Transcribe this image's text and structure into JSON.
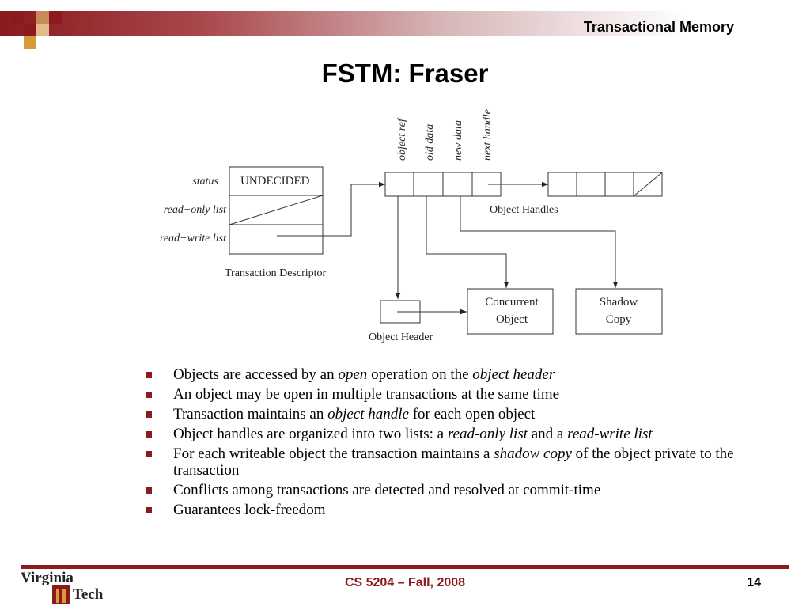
{
  "header": {
    "topic": "Transactional Memory",
    "accent_color": "#8a1a1e"
  },
  "slide": {
    "title": "FSTM: Fraser"
  },
  "diagram": {
    "column_labels": [
      "object ref",
      "old data",
      "new data",
      "next handle"
    ],
    "descriptor_fields": [
      "status",
      "read−only list",
      "read−write list"
    ],
    "status_value": "UNDECIDED",
    "transaction_descriptor": "Transaction Descriptor",
    "object_handles": "Object Handles",
    "object_header": "Object Header",
    "concurrent_object": [
      "Concurrent",
      "Object"
    ],
    "shadow_copy": [
      "Shadow",
      "Copy"
    ]
  },
  "bullets": [
    [
      {
        "t": "Objects are accessed by an "
      },
      {
        "t": "open",
        "i": true
      },
      {
        "t": " operation on the "
      },
      {
        "t": "object header",
        "i": true
      }
    ],
    [
      {
        "t": "An object may be open in multiple transactions at the same time"
      }
    ],
    [
      {
        "t": "Transaction maintains an "
      },
      {
        "t": "object handle",
        "i": true
      },
      {
        "t": " for each open object"
      }
    ],
    [
      {
        "t": "Object handles are organized into two lists: a "
      },
      {
        "t": "read-only list",
        "i": true
      },
      {
        "t": " and a "
      },
      {
        "t": "read-write list",
        "i": true
      }
    ],
    [
      {
        "t": "For each writeable object the transaction maintains a "
      },
      {
        "t": "shadow copy",
        "i": true
      },
      {
        "t": " of the object private to the transaction"
      }
    ],
    [
      {
        "t": "Conflicts among transactions are detected and resolved at commit-time"
      }
    ],
    [
      {
        "t": "Guarantees lock-freedom"
      }
    ]
  ],
  "footer": {
    "course": "CS 5204 – Fall, 2008",
    "page": "14"
  },
  "logo": {
    "line1": "Virginia",
    "line2": "Tech"
  }
}
